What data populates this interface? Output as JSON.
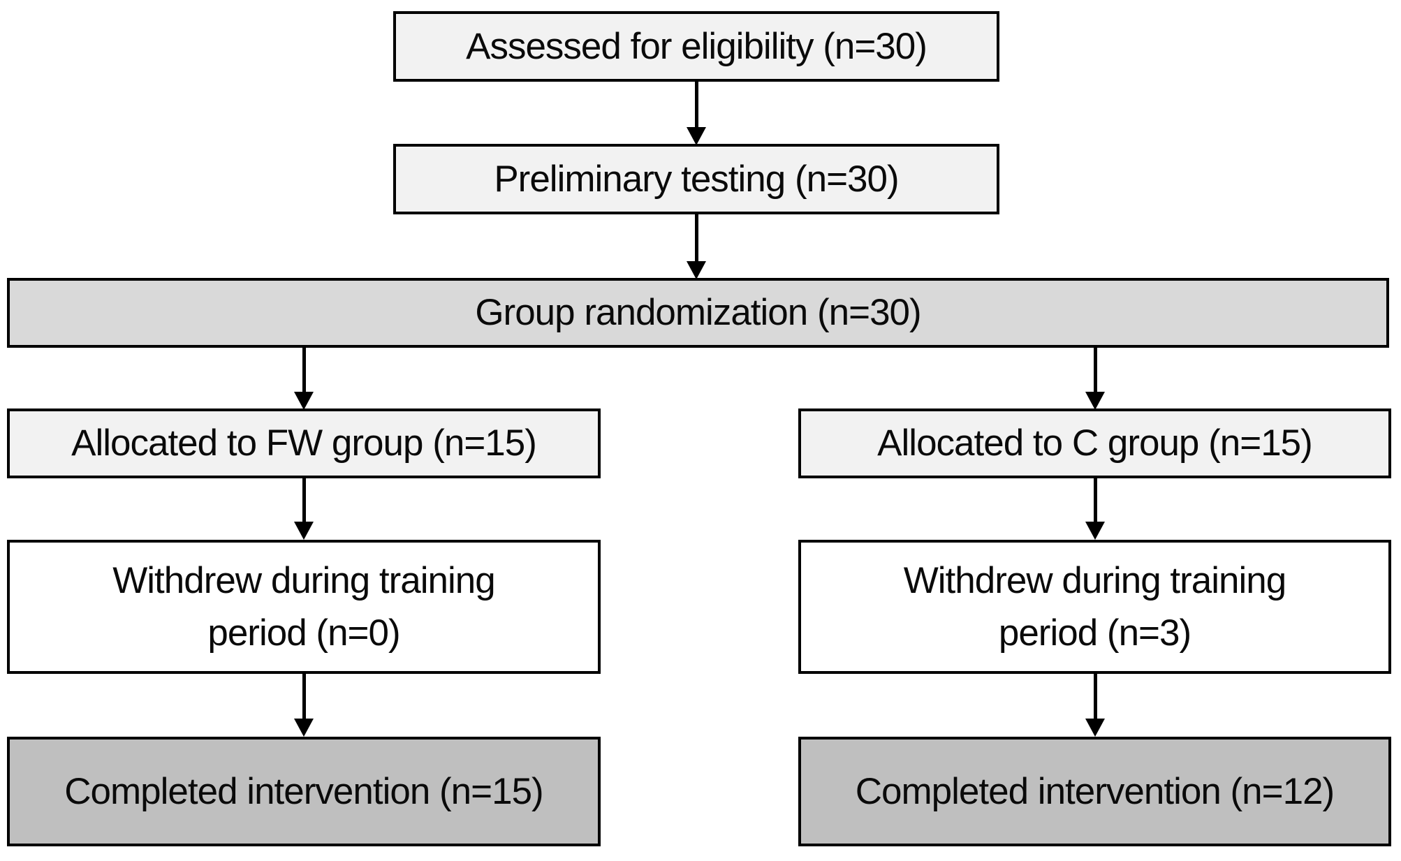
{
  "diagram": {
    "type": "flowchart",
    "colors": {
      "light": "#f2f2f2",
      "medium": "#d9d9d9",
      "dark": "#bfbfbf",
      "white": "#ffffff",
      "border": "#000000",
      "arrow": "#000000",
      "text": "#0a0a0a",
      "background": "#ffffff"
    },
    "nodes": [
      {
        "id": "assessed",
        "label": "Assessed for eligibility (n=30)",
        "n": 30,
        "fill": "light"
      },
      {
        "id": "preliminary",
        "label": "Preliminary testing (n=30)",
        "n": 30,
        "fill": "light"
      },
      {
        "id": "randomization",
        "label": "Group randomization (n=30)",
        "n": 30,
        "fill": "medium"
      },
      {
        "id": "allocated_fw",
        "label": "Allocated to FW group (n=15)",
        "n": 15,
        "fill": "light"
      },
      {
        "id": "allocated_c",
        "label": "Allocated to C group (n=15)",
        "n": 15,
        "fill": "light"
      },
      {
        "id": "withdrew_fw",
        "label": "Withdrew during training\nperiod (n=0)",
        "n": 0,
        "fill": "white"
      },
      {
        "id": "withdrew_c",
        "label": "Withdrew during training\nperiod (n=3)",
        "n": 3,
        "fill": "white"
      },
      {
        "id": "completed_fw",
        "label": "Completed intervention (n=15)",
        "n": 15,
        "fill": "dark"
      },
      {
        "id": "completed_c",
        "label": "Completed intervention (n=12)",
        "n": 12,
        "fill": "dark"
      }
    ],
    "edges": [
      {
        "from": "assessed",
        "to": "preliminary"
      },
      {
        "from": "preliminary",
        "to": "randomization"
      },
      {
        "from": "randomization",
        "to": "allocated_fw"
      },
      {
        "from": "randomization",
        "to": "allocated_c"
      },
      {
        "from": "allocated_fw",
        "to": "withdrew_fw"
      },
      {
        "from": "allocated_c",
        "to": "withdrew_c"
      },
      {
        "from": "withdrew_fw",
        "to": "completed_fw"
      },
      {
        "from": "withdrew_c",
        "to": "completed_c"
      }
    ]
  }
}
